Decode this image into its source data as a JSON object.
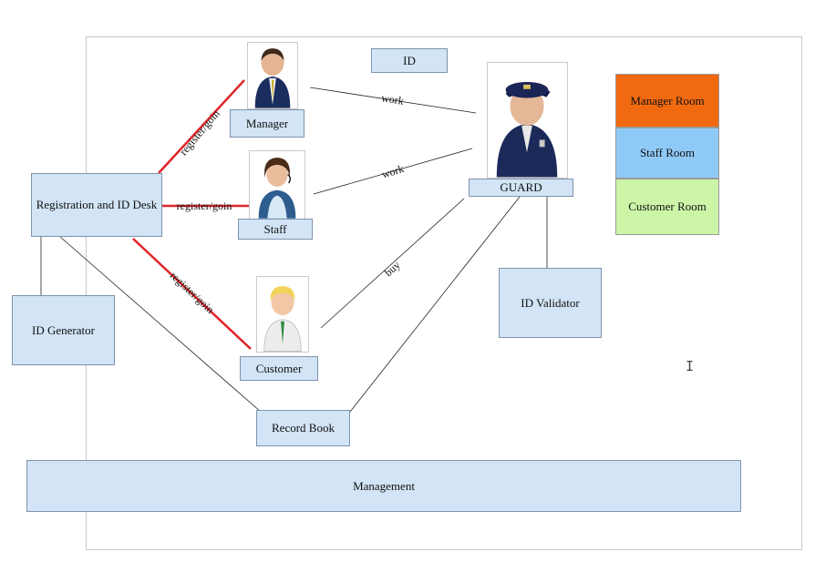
{
  "nodes": {
    "id": "ID",
    "manager": "Manager",
    "staff": "Staff",
    "customer": "Customer",
    "guard": "GUARD",
    "registration_desk": "Registration and ID Desk",
    "id_generator": "ID Generator",
    "id_validator": "ID Validator",
    "record_book": "Record Book",
    "management": "Management"
  },
  "rooms": [
    {
      "label": "Manager Room",
      "color": "#f26a10"
    },
    {
      "label": "Staff Room",
      "color": "#8fcaf7"
    },
    {
      "label": "Customer Room",
      "color": "#ccf5a8"
    }
  ],
  "edges": {
    "register_manager": "register/goin",
    "register_staff": "register/goin",
    "register_customer": "register/goin",
    "manager_work": "work",
    "staff_work": "work",
    "customer_buy": "buy"
  },
  "colors": {
    "node_fill": "#d2e4f5",
    "register_line": "#e0242a",
    "connector": "#222222"
  },
  "icons": [
    "manager-avatar-icon",
    "staff-avatar-icon",
    "customer-avatar-icon",
    "guard-avatar-icon",
    "text-cursor-icon"
  ],
  "cursor_glyph": "I"
}
